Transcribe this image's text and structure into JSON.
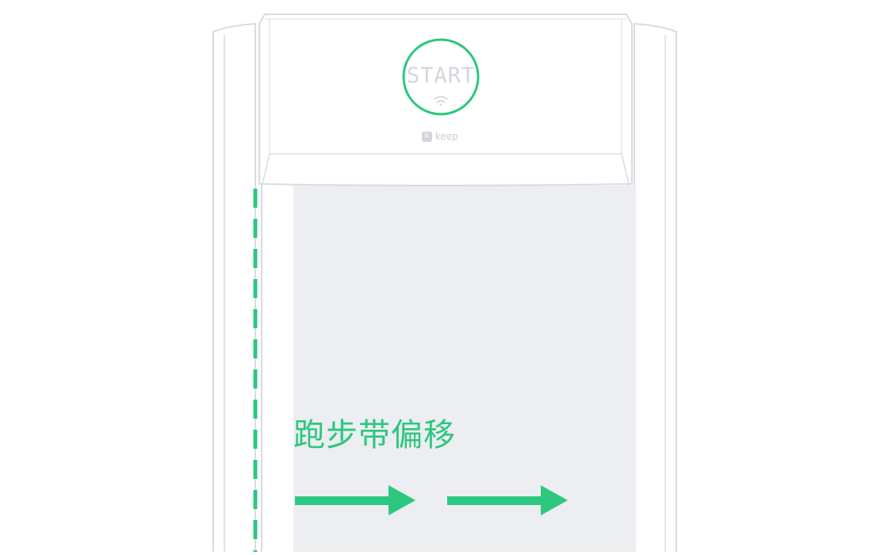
{
  "console": {
    "start_label": "START",
    "brand_name": "keep",
    "brand_mark": "k"
  },
  "warning": {
    "title": "跑步带偏移"
  },
  "colors": {
    "accent": "#2dc77f",
    "belt": "#eceef1",
    "frame_stroke": "#d7dce2"
  },
  "icons": [
    "wifi-icon",
    "arrow-right-icon",
    "keep-logo-icon"
  ]
}
